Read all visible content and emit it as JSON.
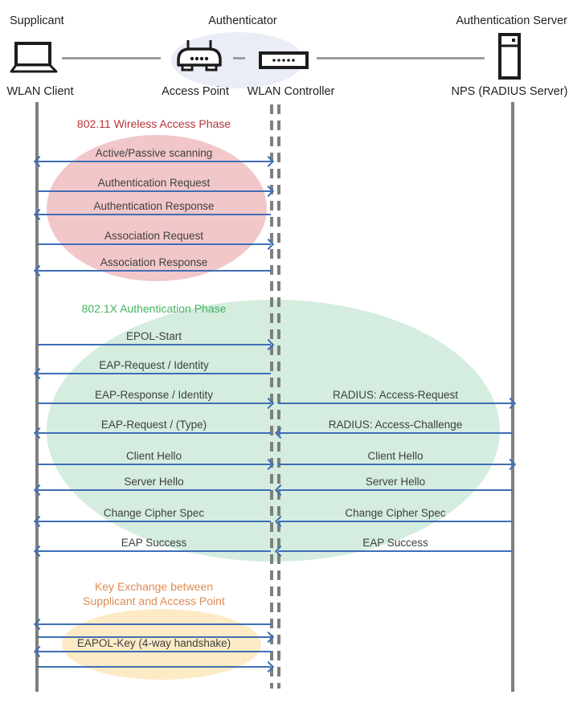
{
  "diagram": {
    "roles": {
      "supplicant": "Supplicant",
      "authenticator": "Authenticator",
      "auth_server": "Authentication Server"
    },
    "nodes": {
      "wlan_client": "WLAN Client",
      "access_point": "Access Point",
      "wlan_controller": "WLAN Controller",
      "nps": "NPS (RADIUS Server)"
    },
    "icons": [
      "laptop-icon",
      "access-point-icon",
      "wlan-controller-icon",
      "server-icon"
    ],
    "phases": {
      "p1": {
        "title": "802.11 Wireless Access Phase",
        "title_color": "#b63438",
        "fill": "#f2c7c9"
      },
      "p2": {
        "title": "802.1X Authentication Phase",
        "title_color": "#43b45f",
        "fill": "#d4edde"
      },
      "p3": {
        "title_line1": "Key Exchange between",
        "title_line2": "Supplicant and Access Point",
        "title_color": "#e08c52",
        "fill": "#fcebc5"
      }
    },
    "messages": {
      "left": [
        {
          "label": "Active/Passive scanning",
          "dir": "both"
        },
        {
          "label": "Authentication Request",
          "dir": "right"
        },
        {
          "label": "Authentication Response",
          "dir": "left"
        },
        {
          "label": "Association Request",
          "dir": "right"
        },
        {
          "label": "Association Response",
          "dir": "left"
        },
        {
          "label": "EPOL-Start",
          "dir": "right"
        },
        {
          "label": "EAP-Request / Identity",
          "dir": "left"
        },
        {
          "label": "EAP-Response / Identity",
          "dir": "right"
        },
        {
          "label": "EAP-Request / (Type)",
          "dir": "left"
        },
        {
          "label": "Client Hello",
          "dir": "right"
        },
        {
          "label": "Server Hello",
          "dir": "left"
        },
        {
          "label": "Change Cipher Spec",
          "dir": "left"
        },
        {
          "label": "EAP Success",
          "dir": "left"
        },
        {
          "label": "",
          "dir": "left"
        },
        {
          "label": "",
          "dir": "right"
        },
        {
          "label": "EAPOL-Key (4-way handshake)",
          "dir": "left"
        },
        {
          "label": "",
          "dir": "right"
        }
      ],
      "right": [
        {
          "label": "RADIUS: Access-Request",
          "dir": "right"
        },
        {
          "label": "RADIUS: Access-Challenge",
          "dir": "left"
        },
        {
          "label": "Client Hello",
          "dir": "right"
        },
        {
          "label": "Server Hello",
          "dir": "left"
        },
        {
          "label": "Change Cipher Spec",
          "dir": "left"
        },
        {
          "label": "EAP Success",
          "dir": "left"
        }
      ]
    },
    "colors": {
      "arrow": "#3f6eb5",
      "lifeline": "#7f7f7f",
      "connector": "#9e9e9e",
      "icon": "#1c1c1c",
      "text": "#3f3f3f",
      "authenticator_ellipse": "#e9edf6"
    }
  }
}
